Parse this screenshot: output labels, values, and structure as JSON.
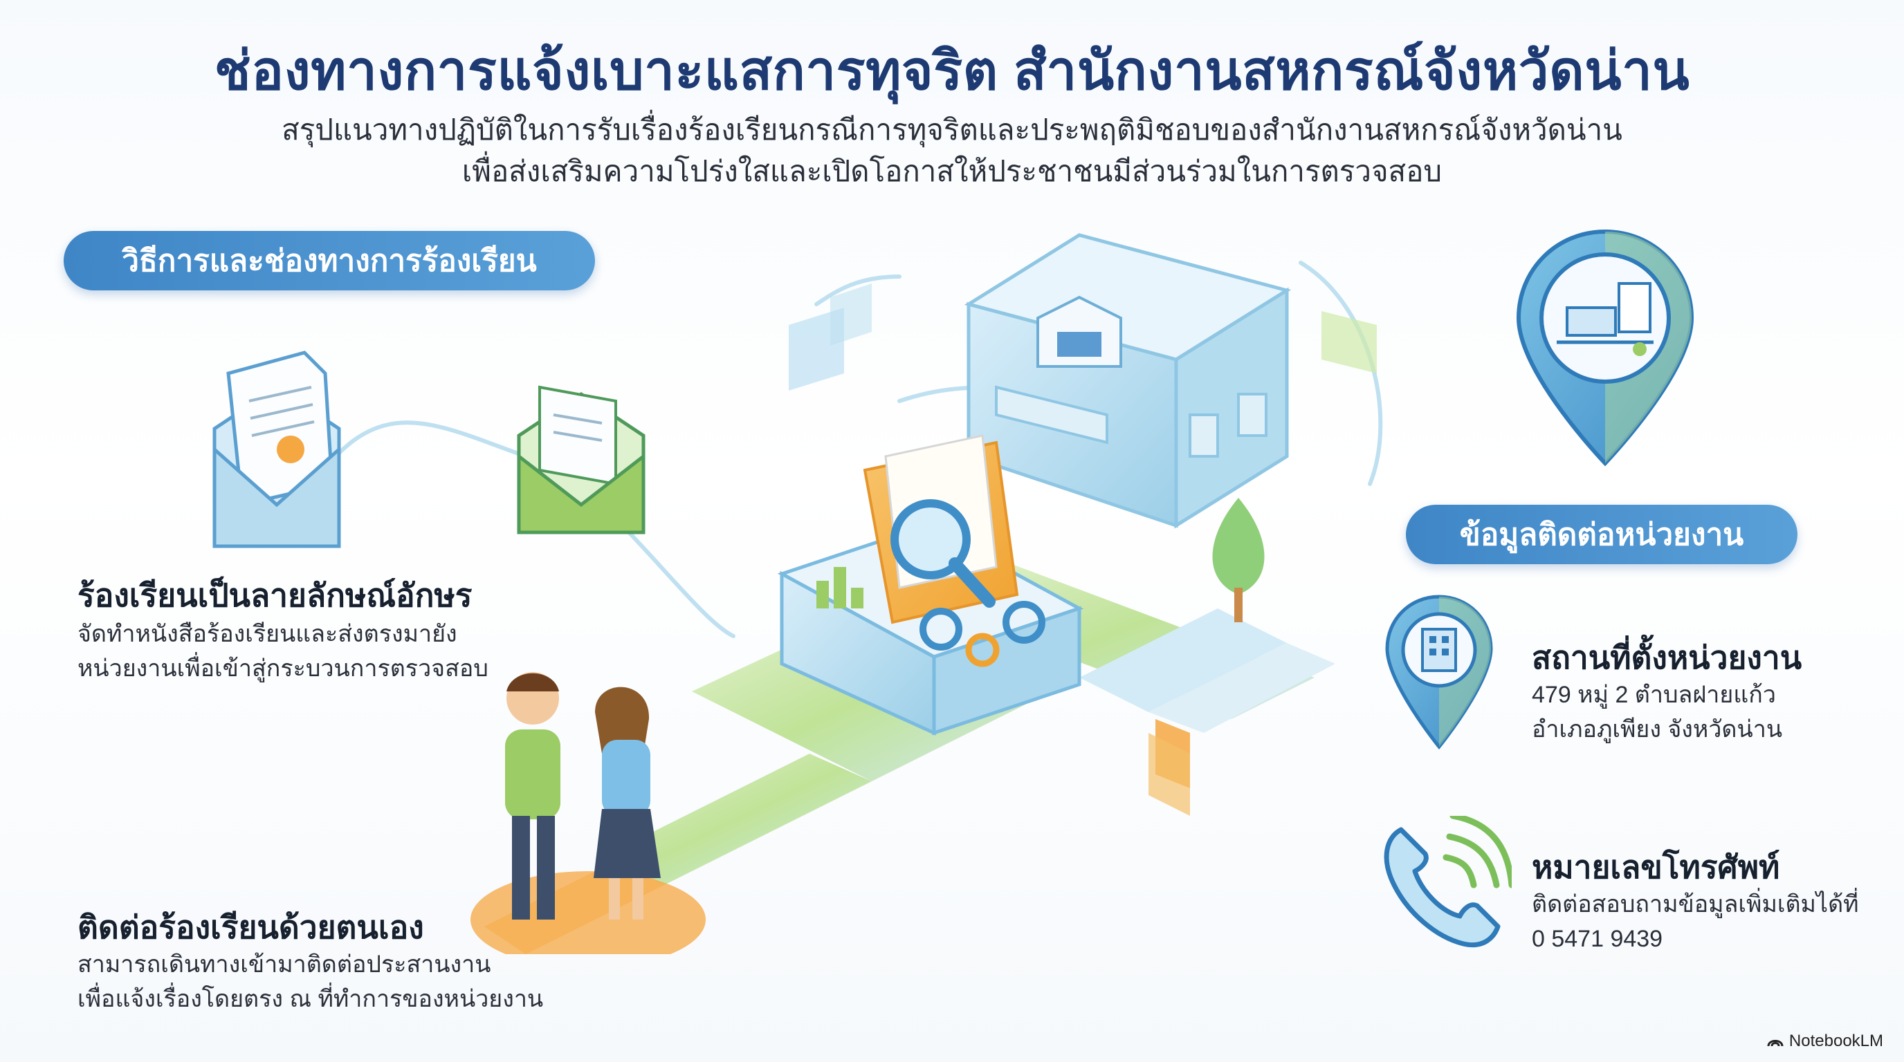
{
  "header": {
    "title": "ช่องทางการแจ้งเบาะแสการทุจริต สำนักงานสหกรณ์จังหวัดน่าน",
    "subtitle_line1": "สรุปแนวทางปฏิบัติในการรับเรื่องร้องเรียนกรณีการทุจริตและประพฤติมิชอบของสำนักงานสหกรณ์จังหวัดน่าน",
    "subtitle_line2": "เพื่อส่งเสริมความโปร่งใสและเปิดโอกาสให้ประชาชนมีส่วนร่วมในการตรวจสอบ"
  },
  "methods": {
    "section_label": "วิธีการและช่องทางการร้องเรียน",
    "written": {
      "heading": "ร้องเรียนเป็นลายลักษณ์อักษร",
      "line1": "จัดทำหนังสือร้องเรียนและส่งตรงมายัง",
      "line2": "หน่วยงานเพื่อเข้าสู่กระบวนการตรวจสอบ"
    },
    "in_person": {
      "heading": "ติดต่อร้องเรียนด้วยตนเอง",
      "line1": "สามารถเดินทางเข้ามาติดต่อประสานงาน",
      "line2": "เพื่อแจ้งเรื่องโดยตรง ณ ที่ทำการของหน่วยงาน"
    }
  },
  "contact": {
    "section_label": "ข้อมูลติดต่อหน่วยงาน",
    "location": {
      "heading": "สถานที่ตั้งหน่วยงาน",
      "line1": "479 หมู่ 2 ตำบลฝายแก้ว",
      "line2": "อำเภอภูเพียง จังหวัดน่าน"
    },
    "phone": {
      "heading": "หมายเลขโทรศัพท์",
      "line1": "ติดต่อสอบถามข้อมูลเพิ่มเติมได้ที่",
      "line2": "0 5471 9439"
    }
  },
  "brand": {
    "label": "NotebookLM"
  },
  "colors": {
    "title": "#1d3a73",
    "pill": "#4a90d0",
    "green": "#9ccc65",
    "orange": "#f5a742",
    "blue_glass": "#bfe0f3"
  }
}
